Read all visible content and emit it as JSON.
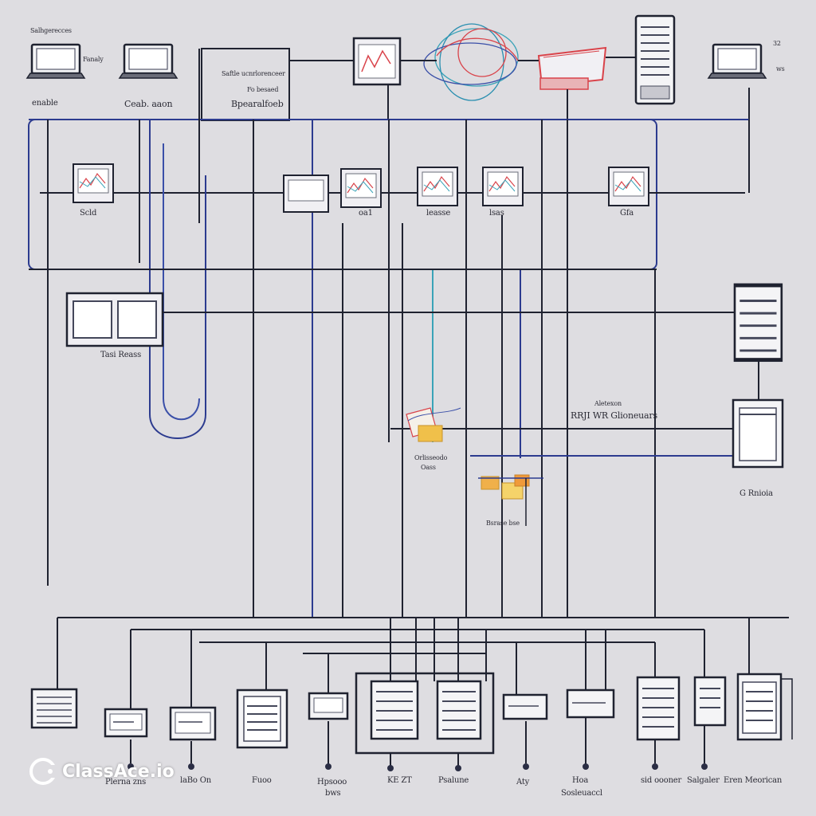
{
  "labels": {
    "top_left_caption": "Salhgerecces",
    "laptop1_side": "Fanaly",
    "laptop1_bottom": "enable",
    "laptop2_bottom": "Ceab. aaon",
    "top_center_line1": "Saftle ucnrlorenceer",
    "top_center_line2": "Fo besaed",
    "top_center_line3": "Bpearalfoeb",
    "top_right_tag": "32",
    "top_right_side": "ws",
    "row_panel1": "Scld",
    "row_panel2": "oa1",
    "row_panel3": "leasse",
    "row_panel4": "lsas",
    "row_panel5": "Gfa",
    "left_switch": "Tasi Reass",
    "mid_block_line1": "Aletexon",
    "mid_block_line2": "RRJI WR Glioneuars",
    "right_caption": "G Rnioia",
    "mid_node1_line1": "Orlisseodo",
    "mid_node1_line2": "Oass",
    "mid_node2_line": "Bsrase bse",
    "bottom_1": "Plerna zns",
    "bottom_2": "laBo On",
    "bottom_3": "Fuoo",
    "bottom_4_line1": "Hpsooo",
    "bottom_4_line2": "bws",
    "bottom_5": "KE ZT",
    "bottom_6": "Psalune",
    "bottom_7": "Aty",
    "bottom_8_line1": "Hoa",
    "bottom_8_line2": "Sosleuaccl",
    "bottom_9": "sid oooner",
    "bottom_10": "Salgaler",
    "bottom_11": "Eren Meorican"
  },
  "watermark": "ClassAce.io",
  "colors": {
    "background": "#dedde1",
    "line_dark": "#1f2230",
    "line_blue": "#2c3b8f",
    "accent_red": "#d9434a",
    "accent_teal": "#3aa3b8",
    "accent_orange": "#f0a23a"
  }
}
